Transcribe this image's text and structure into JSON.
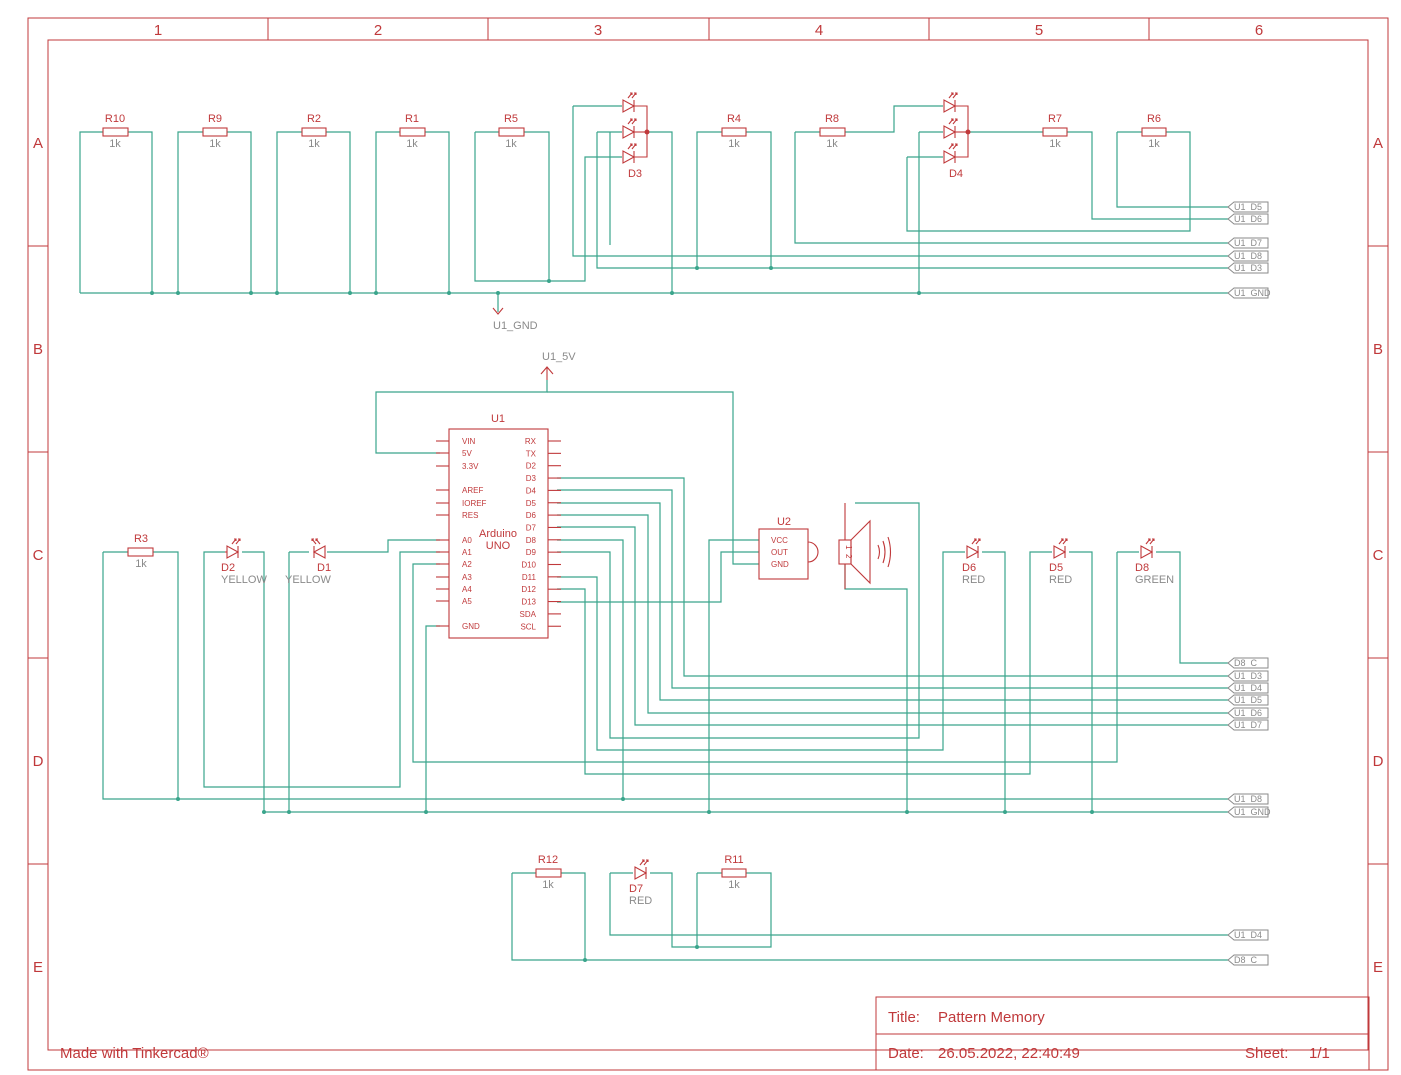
{
  "grid": {
    "columns": [
      "1",
      "2",
      "3",
      "4",
      "5",
      "6"
    ],
    "rows": [
      "A",
      "B",
      "C",
      "D",
      "E"
    ]
  },
  "title_block": {
    "title_label": "Title:",
    "title": "Pattern Memory",
    "date_label": "Date:",
    "date": "26.05.2022, 22:40:49",
    "sheet_label": "Sheet:",
    "sheet": "1/1"
  },
  "credit": "Made with Tinkercad®",
  "resistors": {
    "R10": {
      "name": "R10",
      "value": "1k"
    },
    "R9": {
      "name": "R9",
      "value": "1k"
    },
    "R2": {
      "name": "R2",
      "value": "1k"
    },
    "R1": {
      "name": "R1",
      "value": "1k"
    },
    "R5": {
      "name": "R5",
      "value": "1k"
    },
    "R4": {
      "name": "R4",
      "value": "1k"
    },
    "R8": {
      "name": "R8",
      "value": "1k"
    },
    "R7": {
      "name": "R7",
      "value": "1k"
    },
    "R6": {
      "name": "R6",
      "value": "1k"
    },
    "R3": {
      "name": "R3",
      "value": "1k"
    },
    "R12": {
      "name": "R12",
      "value": "1k"
    },
    "R11": {
      "name": "R11",
      "value": "1k"
    }
  },
  "leds": {
    "D3": {
      "name": "D3"
    },
    "D4": {
      "name": "D4"
    },
    "D2": {
      "name": "D2",
      "color": "YELLOW"
    },
    "D1": {
      "name": "D1",
      "color": "YELLOW"
    },
    "D6": {
      "name": "D6",
      "color": "RED"
    },
    "D5": {
      "name": "D5",
      "color": "RED"
    },
    "D8": {
      "name": "D8",
      "color": "GREEN"
    },
    "D7": {
      "name": "D7",
      "color": "RED"
    }
  },
  "arduino": {
    "name": "U1",
    "line1": "Arduino",
    "line2": "UNO",
    "left_pins": [
      "VIN",
      "5V",
      "3.3V",
      "AREF",
      "IOREF",
      "RES",
      "A0",
      "A1",
      "A2",
      "A3",
      "A4",
      "A5",
      "GND"
    ],
    "right_pins": [
      "RX",
      "TX",
      "D2",
      "D3",
      "D4",
      "D5",
      "D6",
      "D7",
      "D8",
      "D9",
      "D10",
      "D11",
      "D12",
      "D13",
      "SDA",
      "SCL"
    ]
  },
  "u2": {
    "name": "U2",
    "pins": [
      "VCC",
      "OUT",
      "GND"
    ]
  },
  "buzzer": {
    "pin1": "1",
    "pin2": "2"
  },
  "supplies": {
    "gnd": "U1_GND",
    "vcc": "U1_5V"
  },
  "ports_top": [
    "U1_D5",
    "U1_D6",
    "U1_D7",
    "U1_D8",
    "U1_D3",
    "U1_GND"
  ],
  "ports_mid": [
    "D8_C",
    "U1_D3",
    "U1_D4",
    "U1_D5",
    "U1_D6",
    "U1_D7"
  ],
  "ports_low": [
    "U1_D8",
    "U1_GND"
  ],
  "ports_bottom": [
    "U1_D4",
    "D8_C"
  ]
}
